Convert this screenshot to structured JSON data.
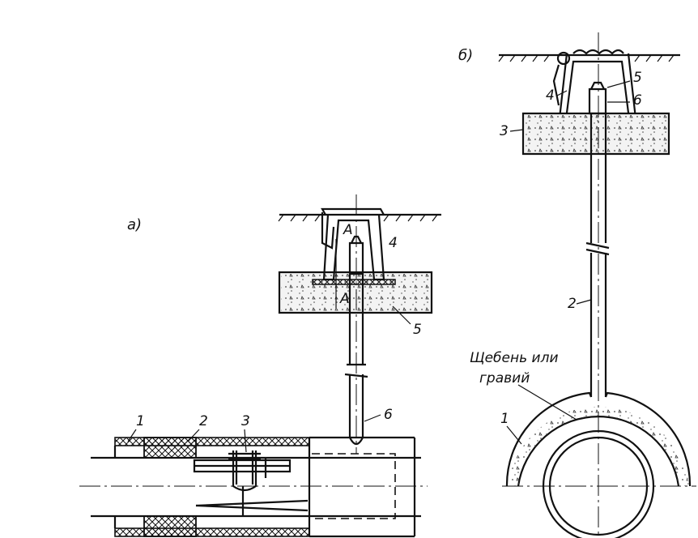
{
  "labels": {
    "part_a": "a)",
    "part_b": "б)",
    "n1": "1",
    "n2": "2",
    "n3": "3",
    "n4": "4",
    "n5": "5",
    "n6": "6",
    "section_a_top": "A",
    "section_a_bottom": "A",
    "b_n3": "3",
    "b_n4": "4",
    "b_n5": "5",
    "b_n6": "6",
    "b_n2": "2",
    "b_n1": "1",
    "gravel_line1": "Щебень или",
    "gravel_line2": "гравий"
  }
}
